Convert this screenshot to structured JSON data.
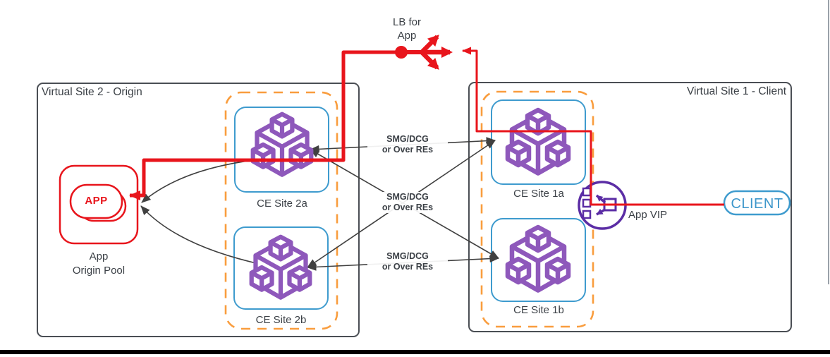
{
  "site2": {
    "title": "Virtual Site 2 - Origin",
    "ce_a": "CE Site 2a",
    "ce_b": "CE Site 2b",
    "pool": {
      "badge": "APP",
      "label": "App\nOrigin Pool"
    }
  },
  "site1": {
    "title": "Virtual Site 1 - Client",
    "ce_a": "CE Site 1a",
    "ce_b": "CE Site 1b",
    "vip_label": "App VIP",
    "client": "CLIENT"
  },
  "lb": {
    "label": "LB for\nApp"
  },
  "links": {
    "top": "SMG/DCG\nor Over REs",
    "middle": "SMG/DCG\nor Over REs",
    "bottom": "SMG/DCG\nor Over REs"
  },
  "colors": {
    "red": "#e8151c",
    "cube_purple": "#8e58bb",
    "vip_purple": "#5b2da5",
    "blue": "#3e9bce",
    "orange": "#f99d3e",
    "dark_text": "#3b4046",
    "connector": "#404040"
  }
}
